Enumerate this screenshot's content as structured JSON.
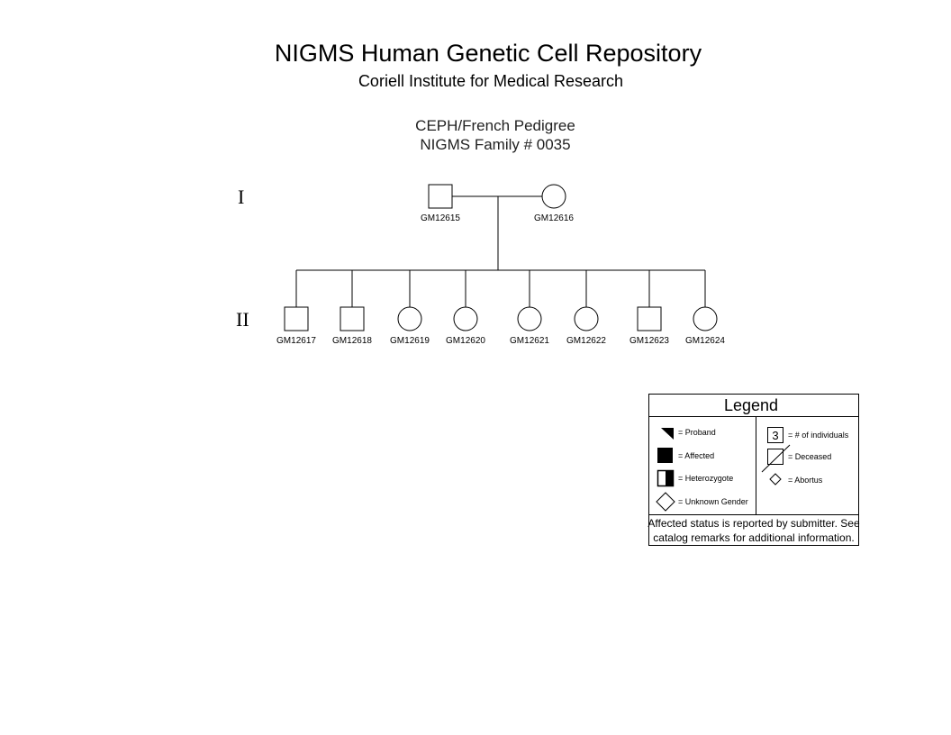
{
  "header": {
    "title": "NIGMS Human Genetic Cell Repository",
    "subtitle": "Coriell Institute for Medical Research"
  },
  "pedigree": {
    "name_line1": "CEPH/French Pedigree",
    "name_line2": "NIGMS Family # 0035",
    "generations": [
      {
        "label": "I",
        "members": [
          {
            "id": "GM12615",
            "sex": "male"
          },
          {
            "id": "GM12616",
            "sex": "female"
          }
        ]
      },
      {
        "label": "II",
        "members": [
          {
            "id": "GM12617",
            "sex": "male"
          },
          {
            "id": "GM12618",
            "sex": "male"
          },
          {
            "id": "GM12619",
            "sex": "female"
          },
          {
            "id": "GM12620",
            "sex": "female"
          },
          {
            "id": "GM12621",
            "sex": "female"
          },
          {
            "id": "GM12622",
            "sex": "female"
          },
          {
            "id": "GM12623",
            "sex": "male"
          },
          {
            "id": "GM12624",
            "sex": "female"
          }
        ]
      }
    ]
  },
  "legend": {
    "title": "Legend",
    "proband": "= Proband",
    "affected": "= Affected",
    "heterozygote": "= Heterozygote",
    "unknown_gender": "= Unknown Gender",
    "count_symbol": "3",
    "count": "= # of individuals",
    "deceased": "= Deceased",
    "abortus": "= Abortus",
    "note_line1": "Affected status is reported by submitter. See",
    "note_line2": "catalog remarks for additional information."
  }
}
